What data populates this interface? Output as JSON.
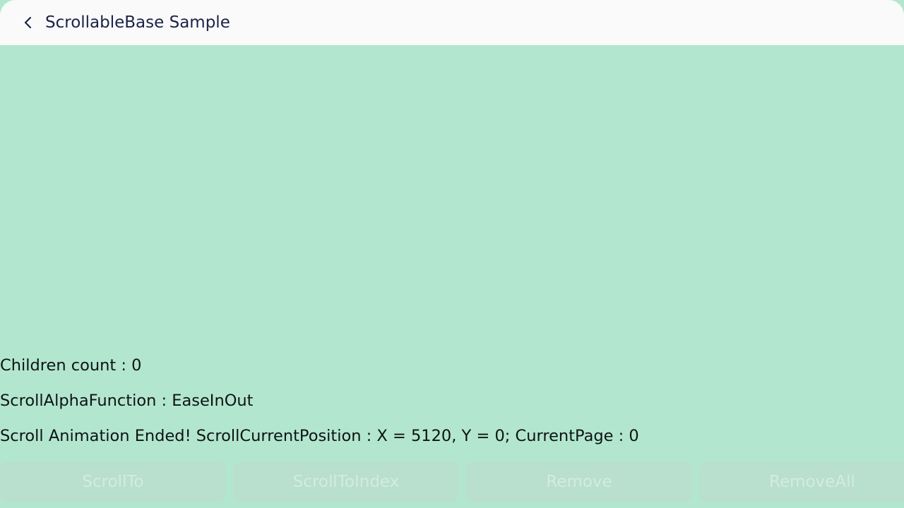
{
  "header": {
    "title": "ScrollableBase Sample",
    "back_icon": "chevron-left-icon"
  },
  "info": {
    "children_count": "Children count :  0",
    "alpha_function": "ScrollAlphaFunction : EaseInOut",
    "scroll_status": "Scroll Animation Ended! ScrollCurrentPosition : X = 5120, Y = 0; CurrentPage : 0"
  },
  "buttons": [
    {
      "label": "ScrollTo"
    },
    {
      "label": "ScrollToIndex"
    },
    {
      "label": "Remove"
    },
    {
      "label": "RemoveAll"
    }
  ],
  "colors": {
    "background": "#b3e6cf",
    "titlebar": "#fafafa",
    "title_text": "#1a2348",
    "disabled_button": "#b9dfce"
  }
}
